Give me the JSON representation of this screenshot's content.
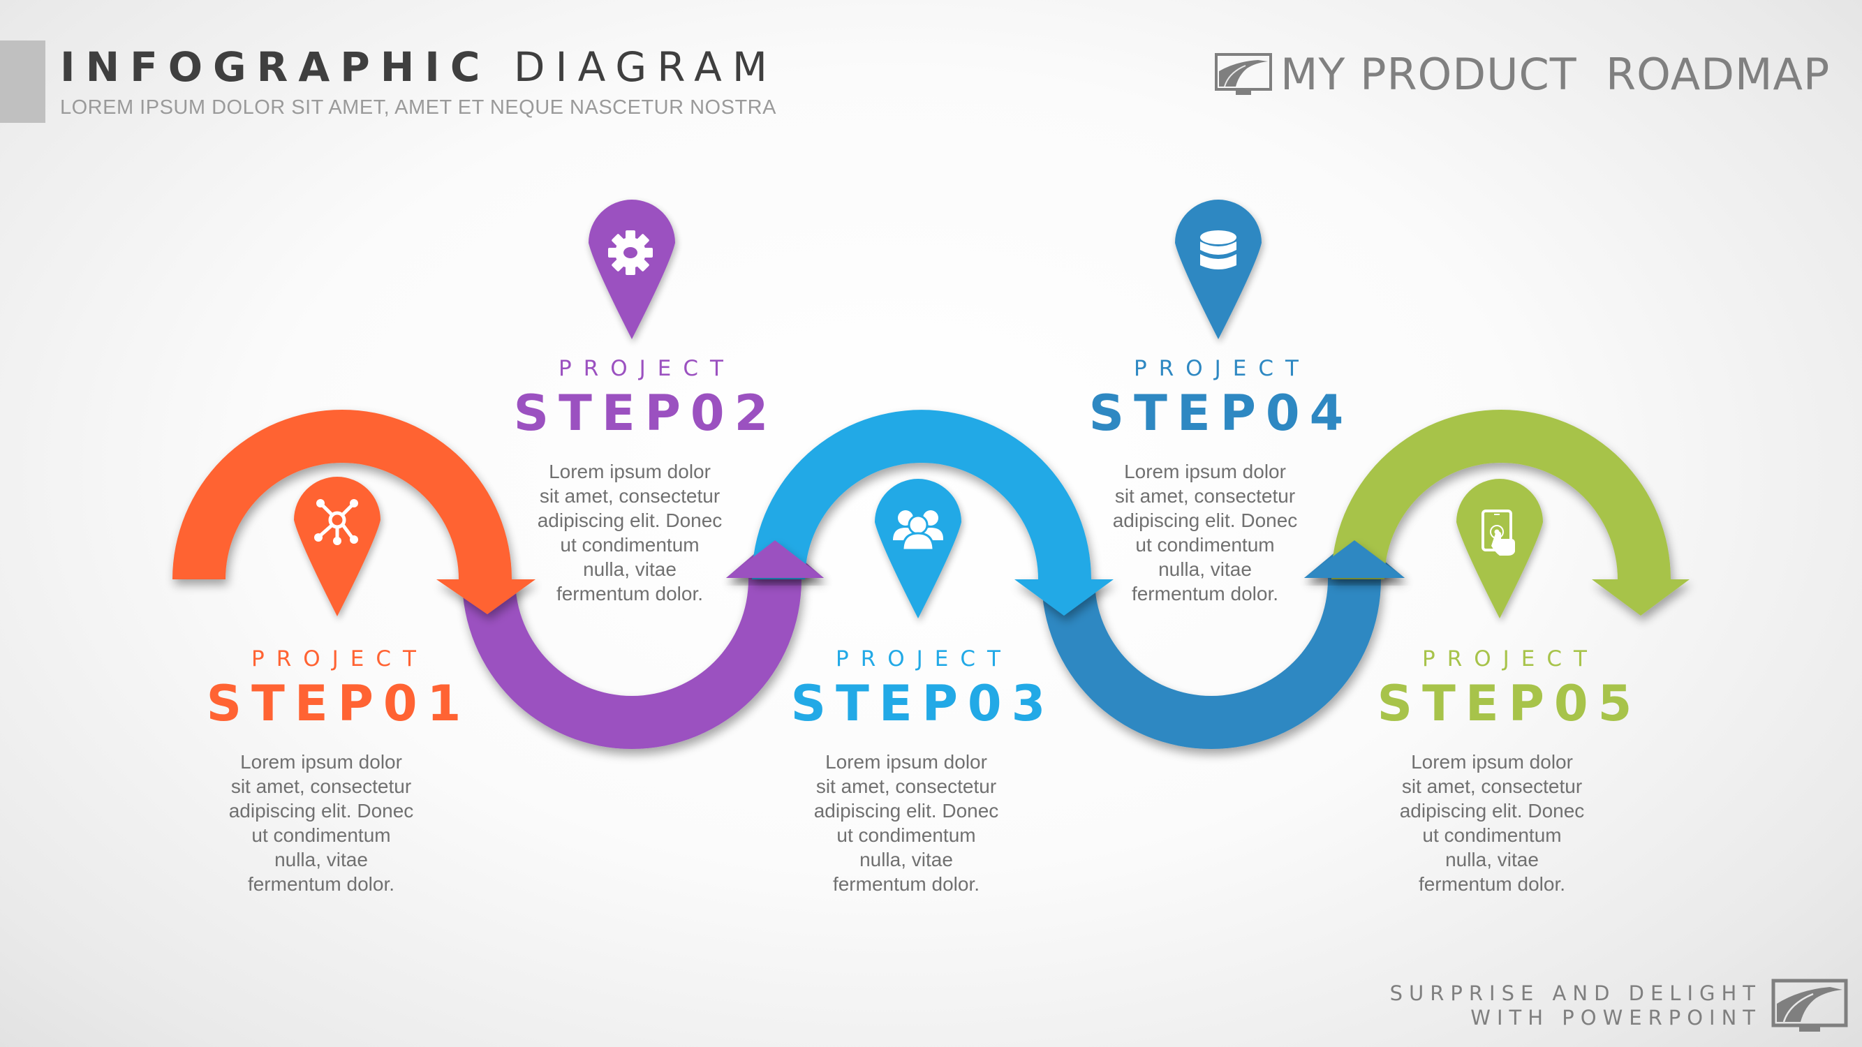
{
  "header": {
    "title_bold": "INFOGRAPHIC",
    "title_light": "DIAGRAM",
    "subtitle": "LOREM IPSUM DOLOR SIT AMET, AMET ET NEQUE NASCETUR NOSTRA"
  },
  "brand": {
    "text": "MY PRODUCT  ROADMAP",
    "logo_icon": "road-monitor-icon"
  },
  "footer": {
    "line1": "SURPRISE AND DELIGHT",
    "line2": "WITH POWERPOINT",
    "logo_icon": "road-monitor-icon"
  },
  "colors": {
    "step1": "#FF6333",
    "step2": "#9B51C0",
    "step3": "#22A9E6",
    "step4": "#2E88C2",
    "step5": "#A7C34A",
    "title": "#3F3F3F",
    "body_text": "#707070"
  },
  "steps": [
    {
      "project_label": "PROJECT",
      "title": "STEP01",
      "icon": "network-hub-icon",
      "color": "#FF6333",
      "description": [
        "Lorem ipsum dolor",
        "sit amet, consectetur",
        "adipiscing elit. Donec",
        "ut condimentum",
        "nulla, vitae",
        "fermentum dolor."
      ]
    },
    {
      "project_label": "PROJECT",
      "title": "STEP02",
      "icon": "gear-icon",
      "color": "#9B51C0",
      "description": [
        "Lorem ipsum dolor",
        "sit amet, consectetur",
        "adipiscing elit. Donec",
        "ut condimentum",
        "nulla, vitae",
        "fermentum dolor."
      ]
    },
    {
      "project_label": "PROJECT",
      "title": "STEP03",
      "icon": "users-group-icon",
      "color": "#22A9E6",
      "description": [
        "Lorem ipsum dolor",
        "sit amet, consectetur",
        "adipiscing elit. Donec",
        "ut condimentum",
        "nulla, vitae",
        "fermentum dolor."
      ]
    },
    {
      "project_label": "PROJECT",
      "title": "STEP04",
      "icon": "database-icon",
      "color": "#2E88C2",
      "description": [
        "Lorem ipsum dolor",
        "sit amet, consectetur",
        "adipiscing elit. Donec",
        "ut condimentum",
        "nulla, vitae",
        "fermentum dolor."
      ]
    },
    {
      "project_label": "PROJECT",
      "title": "STEP05",
      "icon": "tablet-touch-icon",
      "color": "#A7C34A",
      "description": [
        "Lorem ipsum dolor",
        "sit amet, consectetur",
        "adipiscing elit. Donec",
        "ut condimentum",
        "nulla, vitae",
        "fermentum dolor."
      ]
    }
  ]
}
